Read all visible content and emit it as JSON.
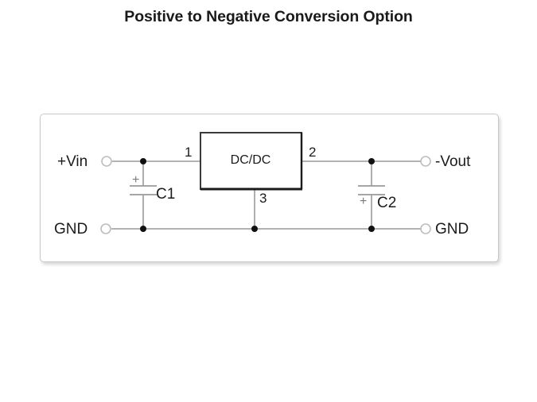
{
  "slide": {
    "title": "Positive to Negative Conversion Option",
    "background_color": "#ffffff"
  },
  "panel": {
    "border_color": "#c9c9c9",
    "fill_color": "#ffffff"
  },
  "circuit": {
    "type": "schematic",
    "description": "DC/DC converter wired for positive to negative voltage conversion with input and output electrolytic capacitors",
    "wire_color": "#9a9a9a",
    "node_color": "#111111",
    "terminal_ring_color": "#bdbdbd",
    "component_outline_color": "#2a2a2a",
    "terminals": [
      {
        "id": "vin",
        "label": "+Vin",
        "side": "left",
        "rail": "top"
      },
      {
        "id": "gnd_in",
        "label": "GND",
        "side": "left",
        "rail": "bottom"
      },
      {
        "id": "vout",
        "label": "-Vout",
        "side": "right",
        "rail": "top"
      },
      {
        "id": "gnd_out",
        "label": "GND",
        "side": "right",
        "rail": "bottom"
      }
    ],
    "block": {
      "label": "DC/DC",
      "pins": [
        {
          "number": "1",
          "position": "left",
          "net": "+Vin"
        },
        {
          "number": "2",
          "position": "right",
          "net": "-Vout"
        },
        {
          "number": "3",
          "position": "bottom",
          "net": "GND"
        }
      ]
    },
    "capacitors": [
      {
        "id": "c1",
        "label": "C1",
        "polarity_marker": "+",
        "polarity_side": "top",
        "net": "input"
      },
      {
        "id": "c2",
        "label": "C2",
        "polarity_marker": "+",
        "polarity_side": "bottom",
        "net": "output"
      }
    ]
  }
}
